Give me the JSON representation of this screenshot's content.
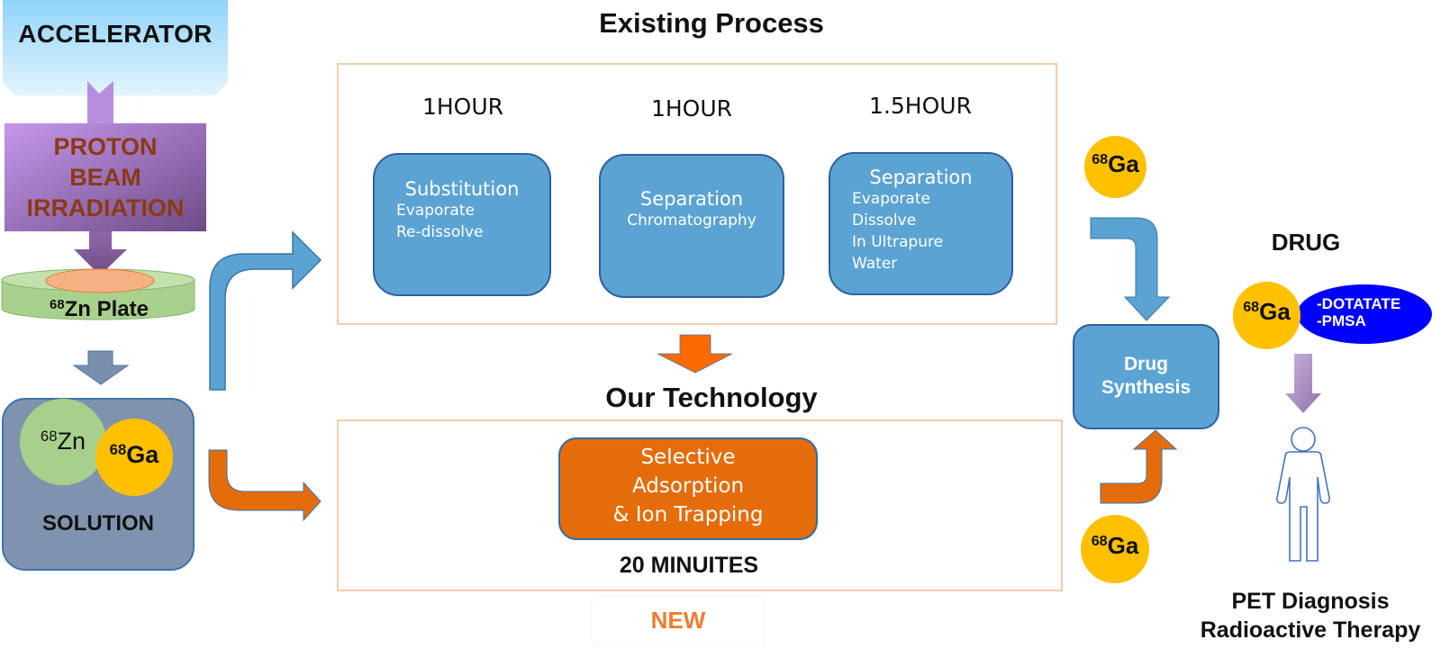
{
  "source": {
    "accelerator_label": "ACCELERATOR",
    "beam_label_lines": [
      "PROTON",
      "BEAM",
      "IRRADIATION"
    ],
    "plate": {
      "isotope_mass": "68",
      "label": "Zn Plate"
    },
    "solution": {
      "zn": {
        "isotope_mass": "68",
        "symbol": "Zn"
      },
      "ga": {
        "isotope_mass": "68",
        "symbol": "Ga"
      },
      "label": "SOLUTION"
    }
  },
  "existing_process": {
    "title": "Existing Process",
    "steps": [
      {
        "duration": "1HOUR",
        "title": "Substitution",
        "details": [
          "Evaporate",
          "Re-dissolve"
        ]
      },
      {
        "duration": "1HOUR",
        "title": "Separation",
        "details": [
          "Chromatography"
        ]
      },
      {
        "duration": "1.5HOUR",
        "title": "Separation",
        "details": [
          "Evaporate",
          "Dissolve",
          "In Ultrapure",
          "Water"
        ]
      }
    ]
  },
  "our_technology": {
    "title": "Our Technology",
    "step_lines": [
      "Selective",
      "Adsorption",
      "& Ion Trapping"
    ],
    "duration": "20 MINUITES",
    "badge": "NEW"
  },
  "synthesis": {
    "ga_top": {
      "isotope_mass": "68",
      "symbol": "Ga"
    },
    "ga_bottom": {
      "isotope_mass": "68",
      "symbol": "Ga"
    },
    "label_lines": [
      "Drug",
      "Synthesis"
    ]
  },
  "drug": {
    "title": "DRUG",
    "ga": {
      "isotope_mass": "68",
      "symbol": "Ga"
    },
    "ligands": [
      "-DOTATATE",
      "-PMSA"
    ],
    "person_icon": "person-outline-icon"
  },
  "outcome_lines": [
    "PET Diagnosis",
    "Radioactive Therapy"
  ],
  "colors": {
    "process_blue": "#5ba3d3",
    "tech_orange": "#e46c0a",
    "gallium_yellow": "#ffc000",
    "zinc_green": "#a8d08d",
    "ligand_blue": "#0000ff",
    "beam_purple": "#a87fd0",
    "box_border_peach": "#f8cbad",
    "new_orange": "#ed7d31"
  }
}
